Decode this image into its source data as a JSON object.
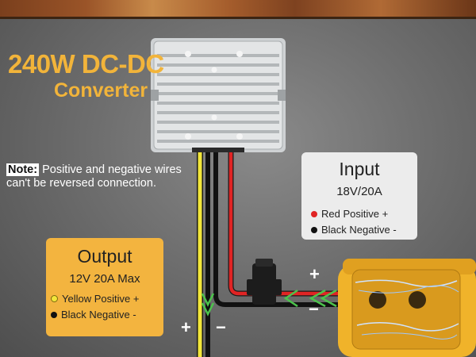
{
  "title": {
    "line1": "240W DC-DC",
    "line2": "Converter"
  },
  "note": {
    "label": "Note:",
    "text": " Positive and negative wires can't be reversed connection."
  },
  "input": {
    "title": "Input",
    "spec": "18V/20A",
    "legend": [
      {
        "text": "Red Positive +",
        "color": "#e02424"
      },
      {
        "text": "Black Negative -",
        "color": "#111111"
      }
    ]
  },
  "output": {
    "title": "Output",
    "spec": "12V 20A Max",
    "legend": [
      {
        "text": "Yellow Positive +",
        "color": "#f2e63a"
      },
      {
        "text": "Black Negative -",
        "color": "#111111"
      }
    ]
  },
  "signs": {
    "output_plus": "+",
    "output_minus": "−",
    "input_plus": "+",
    "input_minus": "−"
  },
  "colors": {
    "accent": "#f2b43a",
    "output_box": "#f3b43f",
    "input_box": "#ececec",
    "red_wire": "#e02424",
    "yellow_wire": "#f2e63a",
    "arrow_green": "#4cc34c"
  },
  "icons": [
    "dc-dc-converter-icon",
    "inline-fuse-icon",
    "battery-adapter-icon",
    "current-arrow-icon"
  ]
}
